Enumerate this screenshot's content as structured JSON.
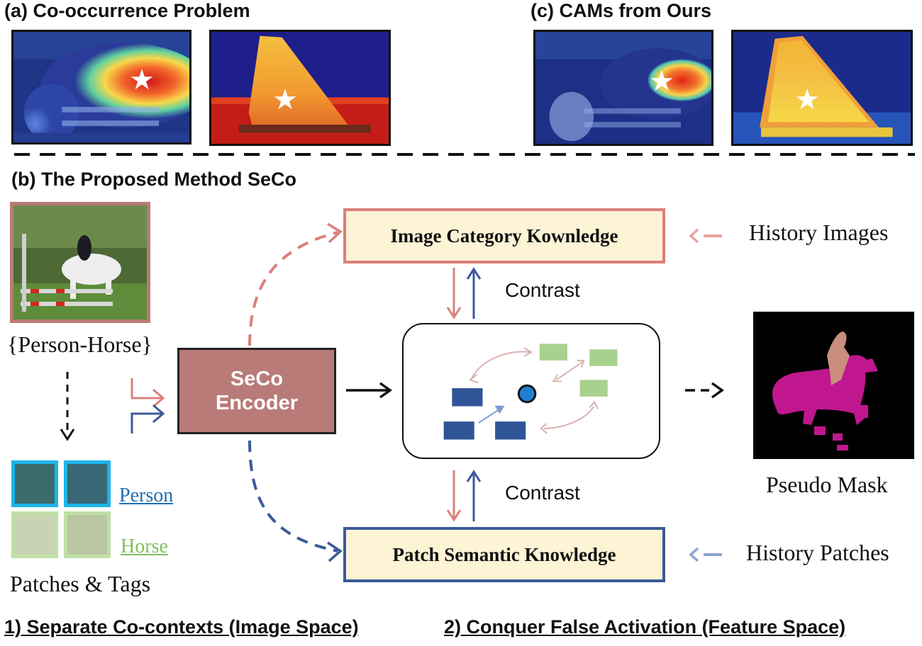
{
  "panel_a": {
    "title": "(a) Co-occurrence Problem"
  },
  "panel_c": {
    "title": "(c) CAMs from Ours"
  },
  "panel_b": {
    "title": "(b) The Proposed Method SeCo",
    "input_tags": "{Person-Horse}",
    "patch_tag_person": "Person",
    "patch_tag_horse": "Horse",
    "patches_caption": "Patches  & Tags",
    "encoder_line1": "SeCo",
    "encoder_line2": "Encoder",
    "image_knowledge": "Image Category Kownledge",
    "patch_knowledge": "Patch Semantic Knowledge",
    "history_images": "History  Images",
    "history_patches": "History  Patches",
    "contrast_top": "Contrast",
    "contrast_bottom": "Contrast",
    "pseudo_mask": "Pseudo Mask"
  },
  "footer": {
    "left": "1) Separate Co-contexts (Image Space)",
    "right": "2) Conquer False Activation (Feature Space)"
  },
  "colors": {
    "red_accent": "#d9807a",
    "blue_accent": "#3b5a9a",
    "encoder_fill": "#b97b78",
    "knowledge_fill": "#fdf3d5",
    "patch_blue": "#2f5597",
    "patch_green": "#a9d18e",
    "person_tag": "#1f6fb2",
    "horse_tag": "#7fbf5a",
    "mask_horse": "#c0178f",
    "mask_person": "#c98e7e"
  }
}
